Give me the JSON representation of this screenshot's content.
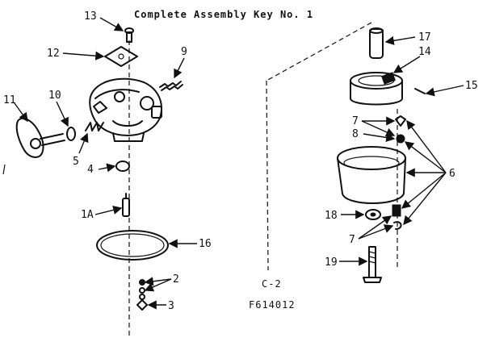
{
  "title": "Complete Assembly Key No. 1",
  "figure_code": "C-2",
  "drawing_number": "F614012",
  "callouts": {
    "c13": "13",
    "c12": "12",
    "c9": "9",
    "c11": "11",
    "c10": "10",
    "c5": "5",
    "c4": "4",
    "c1a": "1A",
    "c16": "16",
    "c2": "2",
    "c3": "3",
    "c17": "17",
    "c14": "14",
    "c15": "15",
    "c7a": "7",
    "c8": "8",
    "c6": "6",
    "c18": "18",
    "c7b": "7",
    "c19": "19"
  }
}
